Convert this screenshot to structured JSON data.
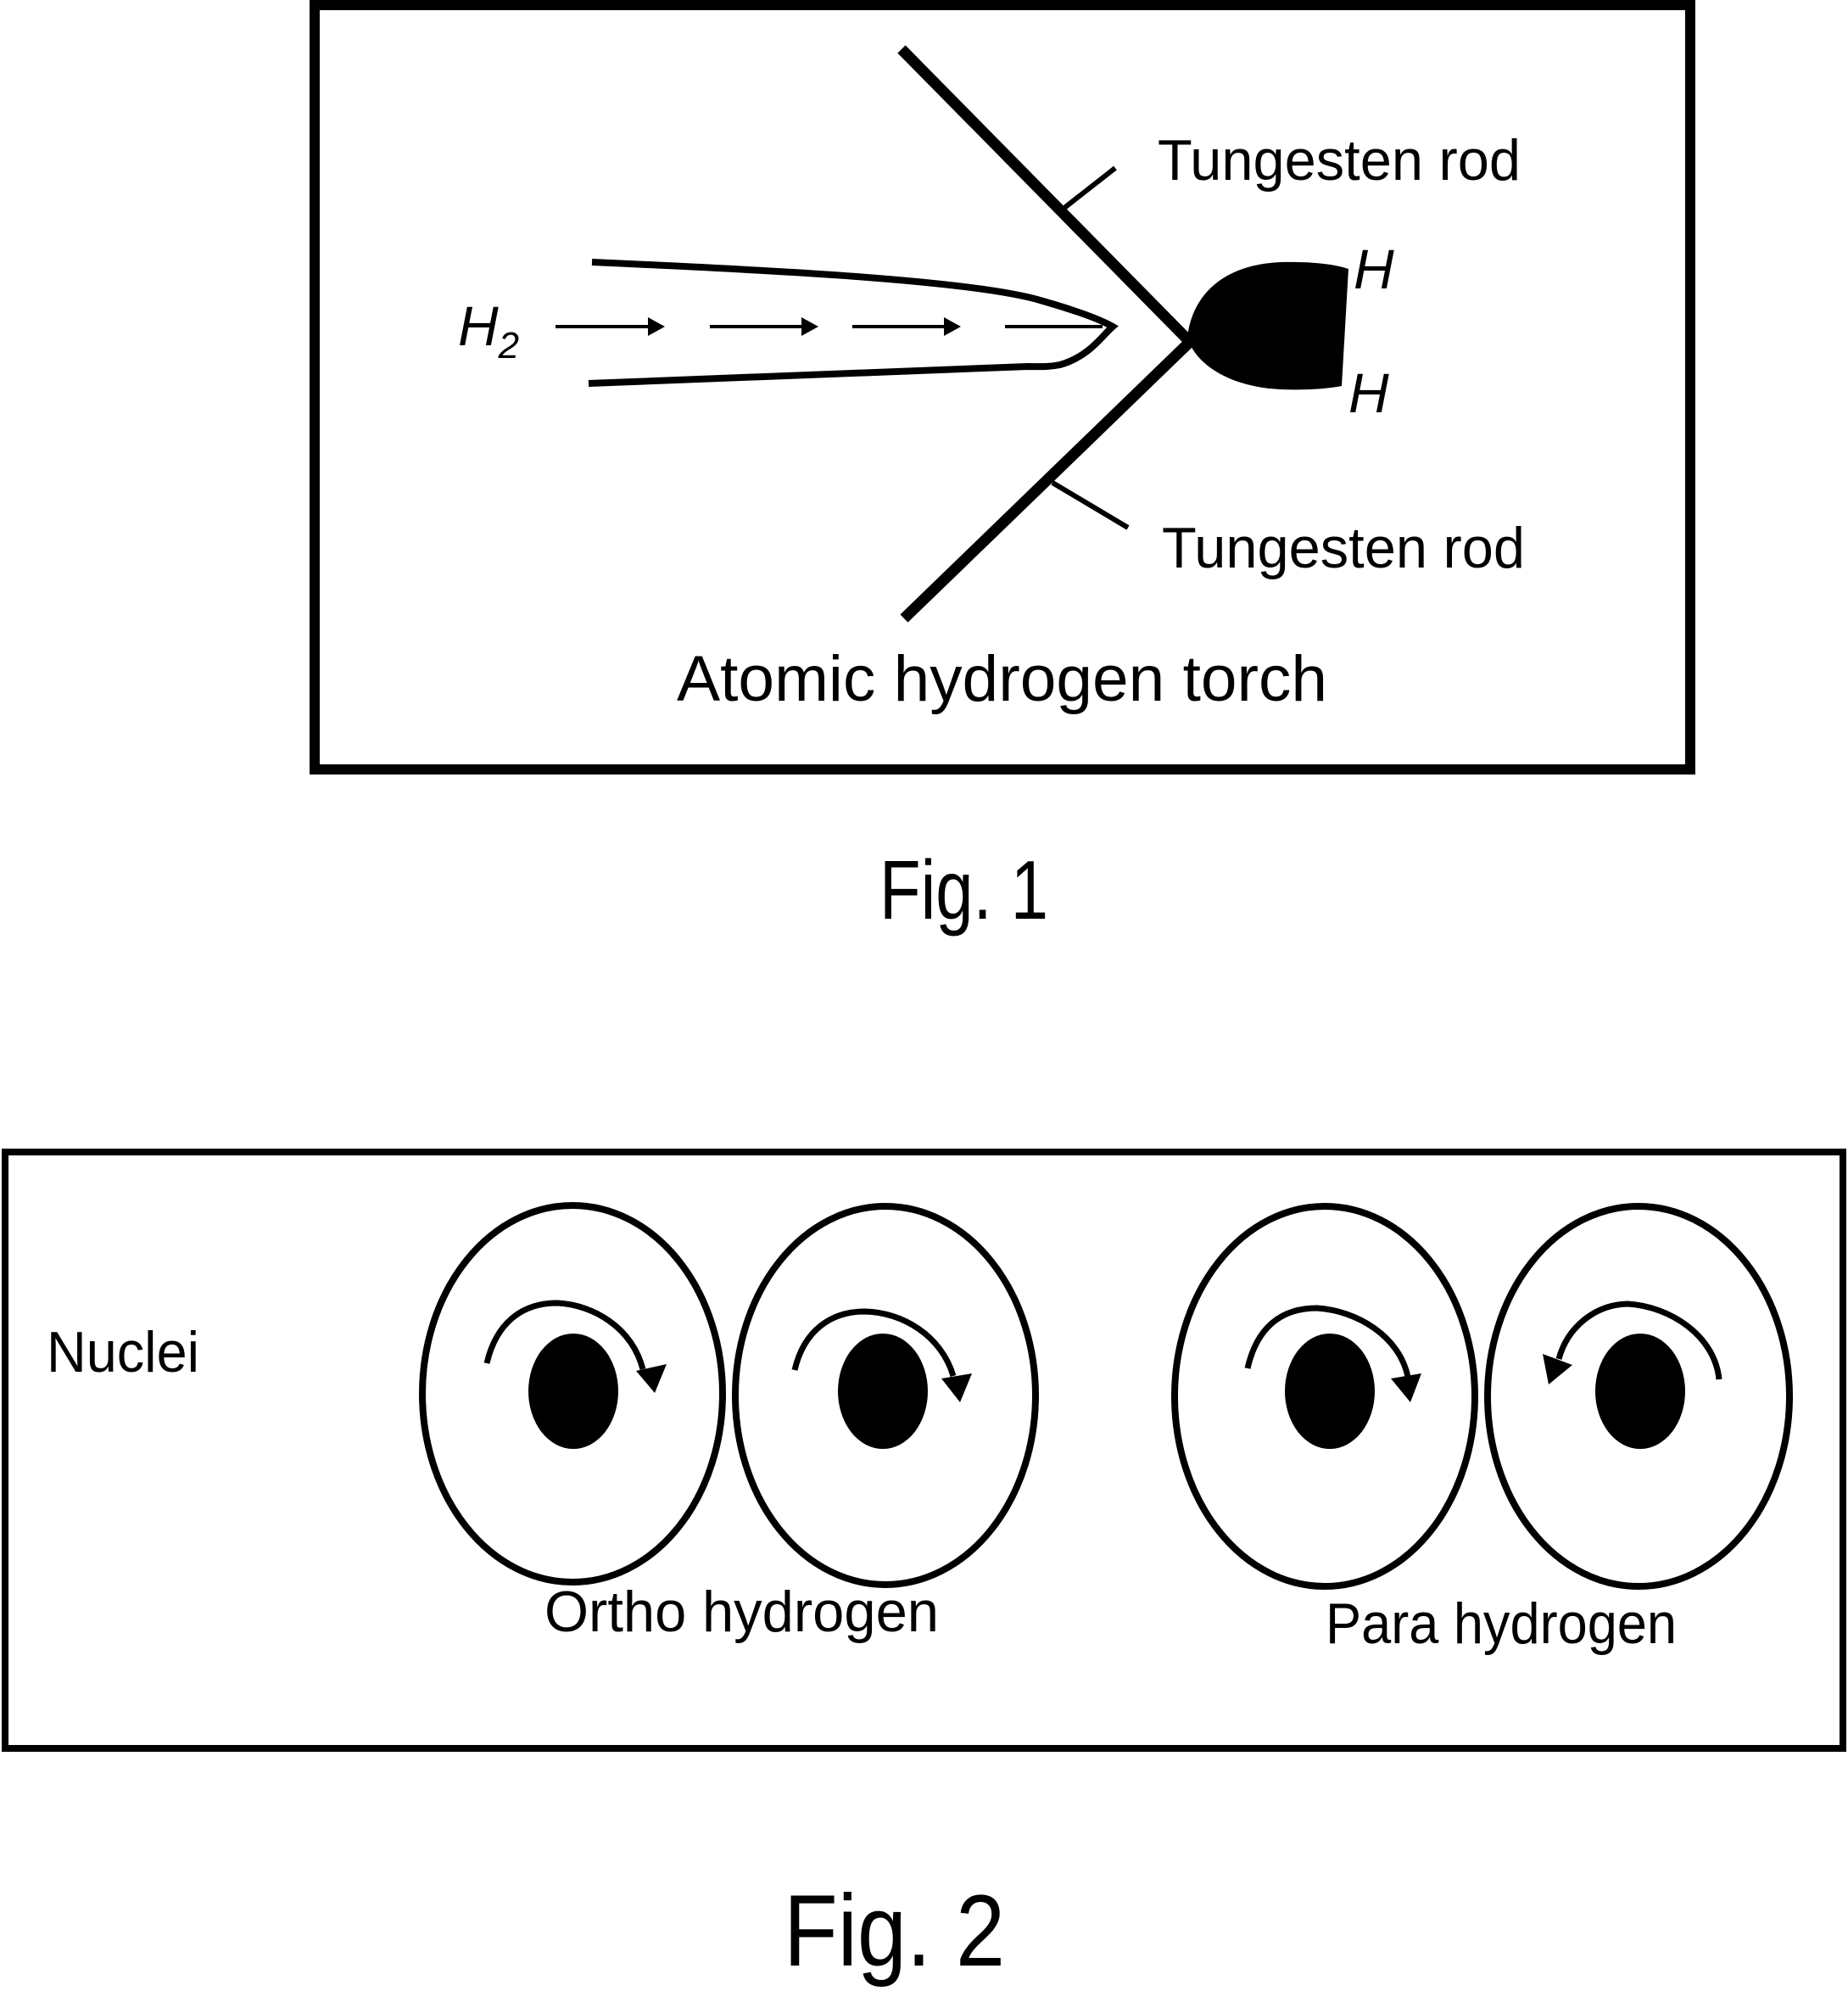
{
  "figure1": {
    "caption": "Fig. 1",
    "title": "Atomic hydrogen torch",
    "labels": {
      "gas_in": "H",
      "gas_in_subscript": "2",
      "rod_upper": "Tungesten rod",
      "rod_lower": "Tungesten rod",
      "atom_upper": "H",
      "atom_lower": "H"
    },
    "flow_arrow_count": 4
  },
  "figure2": {
    "caption": "Fig. 2",
    "side_label": "Nuclei",
    "groups": [
      {
        "name": "Ortho hydrogen",
        "nuclei": [
          {
            "spin": "clockwise"
          },
          {
            "spin": "clockwise"
          }
        ]
      },
      {
        "name": "Para hydrogen",
        "nuclei": [
          {
            "spin": "clockwise"
          },
          {
            "spin": "counter-clockwise"
          }
        ]
      }
    ]
  },
  "colors": {
    "ink": "#000000",
    "background": "#ffffff"
  }
}
